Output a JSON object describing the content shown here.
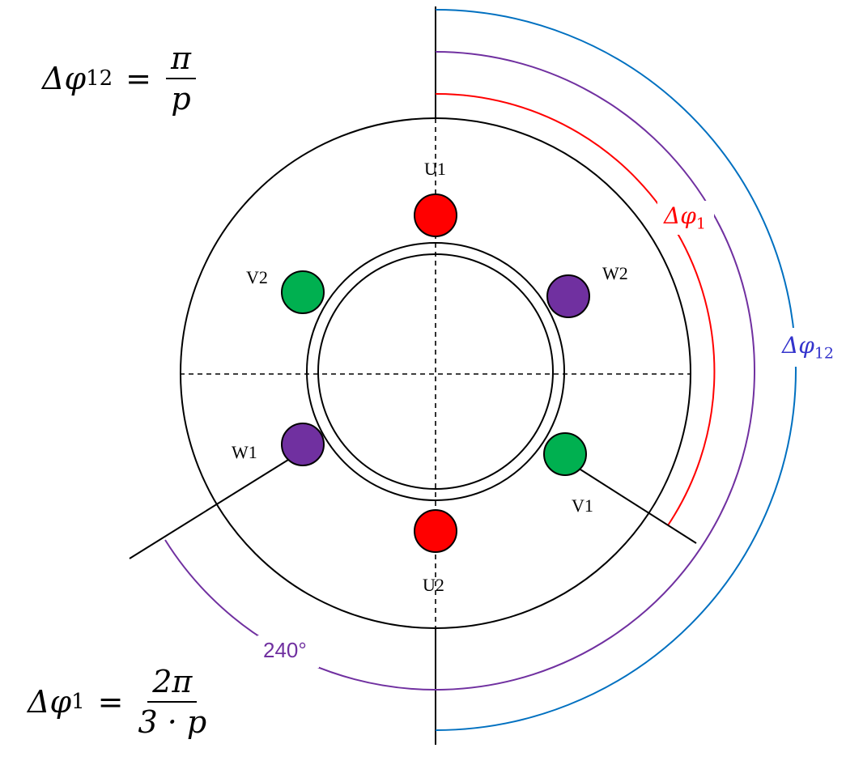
{
  "equations": {
    "delta_phi_12": {
      "lhs": "Δφ",
      "sub": "12",
      "eq": "=",
      "num": "π",
      "den": "p"
    },
    "delta_phi_1": {
      "lhs": "Δφ",
      "sub": "1",
      "eq": "=",
      "num": "2π",
      "den": "3 · p"
    }
  },
  "arc_labels": {
    "red": {
      "text": "Δφ",
      "sub": "1"
    },
    "blue": {
      "text": "Δφ",
      "sub": "12"
    },
    "purple": "240°"
  },
  "conductors": [
    {
      "label": "U1",
      "color": "#ff0000"
    },
    {
      "label": "U2",
      "color": "#ff0000"
    },
    {
      "label": "V1",
      "color": "#00b050"
    },
    {
      "label": "V2",
      "color": "#00b050"
    },
    {
      "label": "W1",
      "color": "#7030a0"
    },
    {
      "label": "W2",
      "color": "#7030a0"
    }
  ],
  "colors": {
    "red": "#ff0000",
    "purple": "#7030a0",
    "blue": "#0070c0",
    "blue_text": "#3333cc",
    "green": "#00b050"
  }
}
